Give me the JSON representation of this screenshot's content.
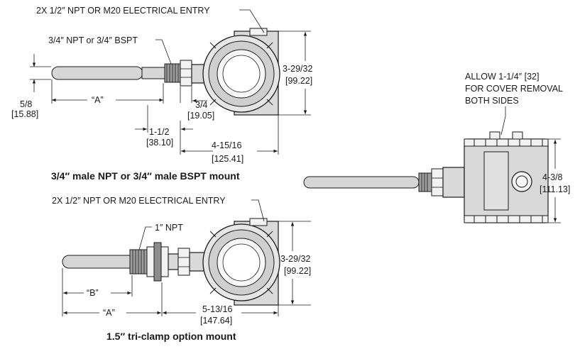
{
  "top_view": {
    "entry_note": "2X 1/2″ NPT OR M20 ELECTRICAL ENTRY",
    "thread_note": "3/4″ NPT or 3/4″ BSPT",
    "dim_dia_frac": "5/8",
    "dim_dia_mm": "[15.88]",
    "dim_a": "“A”",
    "dim_neck_frac": "3/4",
    "dim_neck_mm": "[19.05]",
    "dim_thread_frac": "1-1/2",
    "dim_thread_mm": "[38.10]",
    "dim_len_frac": "4-15/16",
    "dim_len_mm": "[125.41]",
    "dim_height_frac": "3-29/32",
    "dim_height_mm": "[99.22]",
    "caption": "3/4″ male NPT or 3/4″ male BSPT mount"
  },
  "bottom_view": {
    "entry_note": "2X 1/2″ NPT OR M20 ELECTRICAL ENTRY",
    "thread_note": "1″ NPT",
    "dim_b": "“B”",
    "dim_a": "“A”",
    "dim_len_frac": "5-13/16",
    "dim_len_mm": "[147.64]",
    "dim_height_frac": "3-29/32",
    "dim_height_mm": "[99.22]",
    "caption": "1.5″ tri-clamp option mount"
  },
  "side_view": {
    "cover_note_line1": "ALLOW 1-1/4″ [32]",
    "cover_note_line2": "FOR COVER REMOVAL",
    "cover_note_line3": "BOTH SIDES",
    "dim_height_frac": "4-3/8",
    "dim_height_mm": "[111.13]"
  }
}
